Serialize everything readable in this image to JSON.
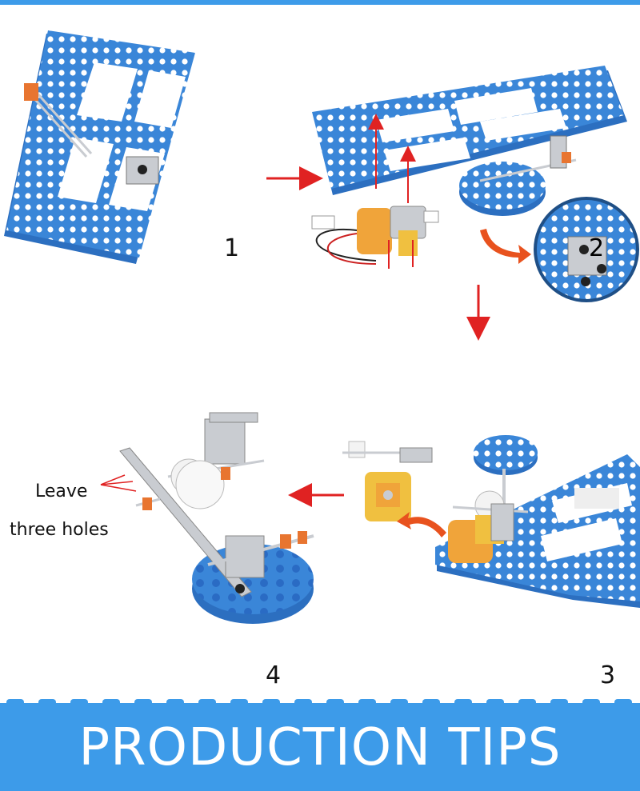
{
  "colors": {
    "accent_blue": "#3d9be9",
    "plate_blue": "#3a86d8",
    "plate_dark": "#2c6fc0",
    "arrow_red": "#e02222",
    "motor_orange": "#f0a43a",
    "metal": "#c9ccd1"
  },
  "steps": [
    {
      "label": "1"
    },
    {
      "label": "2"
    },
    {
      "label": "3"
    },
    {
      "label": "4"
    }
  ],
  "annotation": {
    "line1": "Leave",
    "line2": "three holes"
  },
  "banner": {
    "title": "PRODUCTION TIPS"
  },
  "icons": [
    "arrow-right-icon",
    "arrow-down-icon",
    "arrow-left-icon",
    "curved-arrow-icon"
  ]
}
